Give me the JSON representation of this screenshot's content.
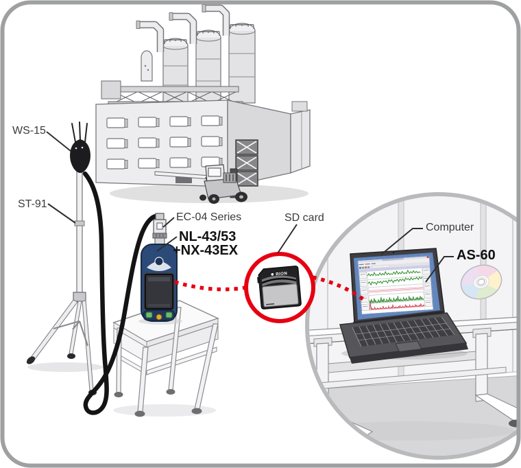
{
  "diagram": {
    "scene": "Noise measurement system configuration",
    "equipment_labels": {
      "windscreen": "WS-15",
      "tripod": "ST-91",
      "extension_cable": "EC-04 Series",
      "meter_model": "NL-43/53",
      "meter_extension": "+NX-43EX",
      "sd_card": "SD card",
      "computer": "Computer",
      "software": "AS-60"
    },
    "sd_card_logo": "RION",
    "colors": {
      "accent_red": "#e60012",
      "meter_navy": "#2b4a78",
      "illustration_outline": "#76767a",
      "frame_border": "#9fa0a2",
      "floor_gray": "#d7d7d9"
    }
  }
}
